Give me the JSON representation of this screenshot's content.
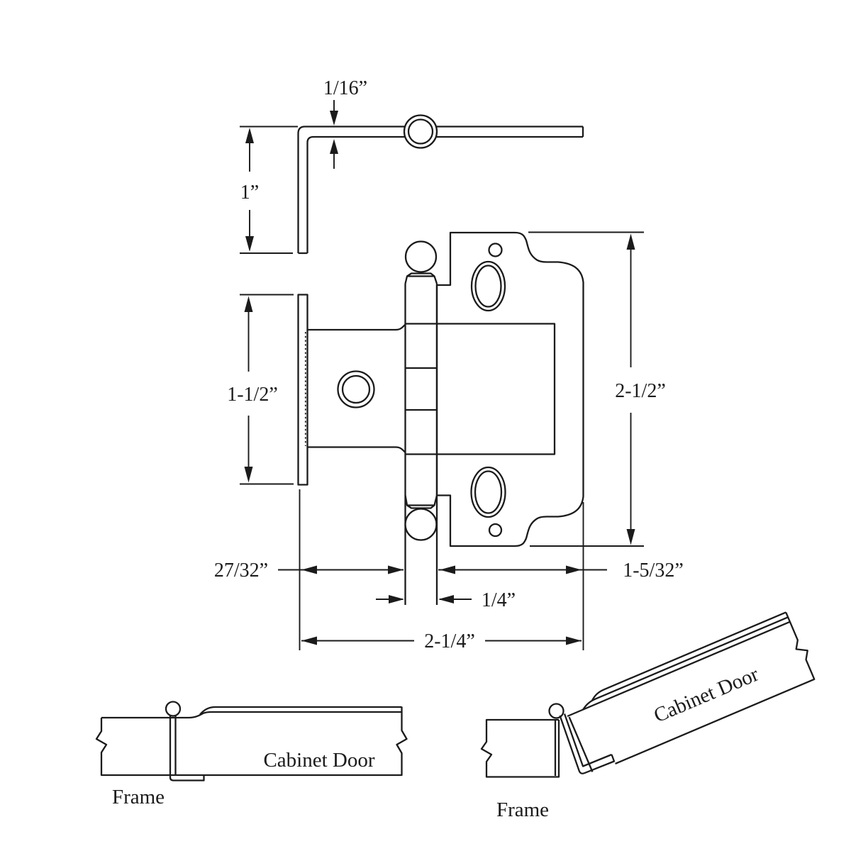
{
  "colors": {
    "line": "#1b1b1b",
    "background": "#ffffff"
  },
  "views": {
    "top_view": {
      "labels": {
        "thickness": "1/16”",
        "leg_height": "1”"
      }
    },
    "front_view": {
      "labels": {
        "wing_height": "1-1/2”",
        "plate_height": "2-1/2”"
      }
    },
    "bottom_dimensions": {
      "labels": {
        "door_side": "27/32”",
        "frame_side": "1-5/32”",
        "barrel": "1/4”",
        "overall": "2-1/4”"
      }
    },
    "closed_view": {
      "labels": {
        "door": "Cabinet Door",
        "frame": "Frame"
      }
    },
    "open_view": {
      "labels": {
        "door": "Cabinet Door",
        "frame": "Frame"
      }
    }
  }
}
